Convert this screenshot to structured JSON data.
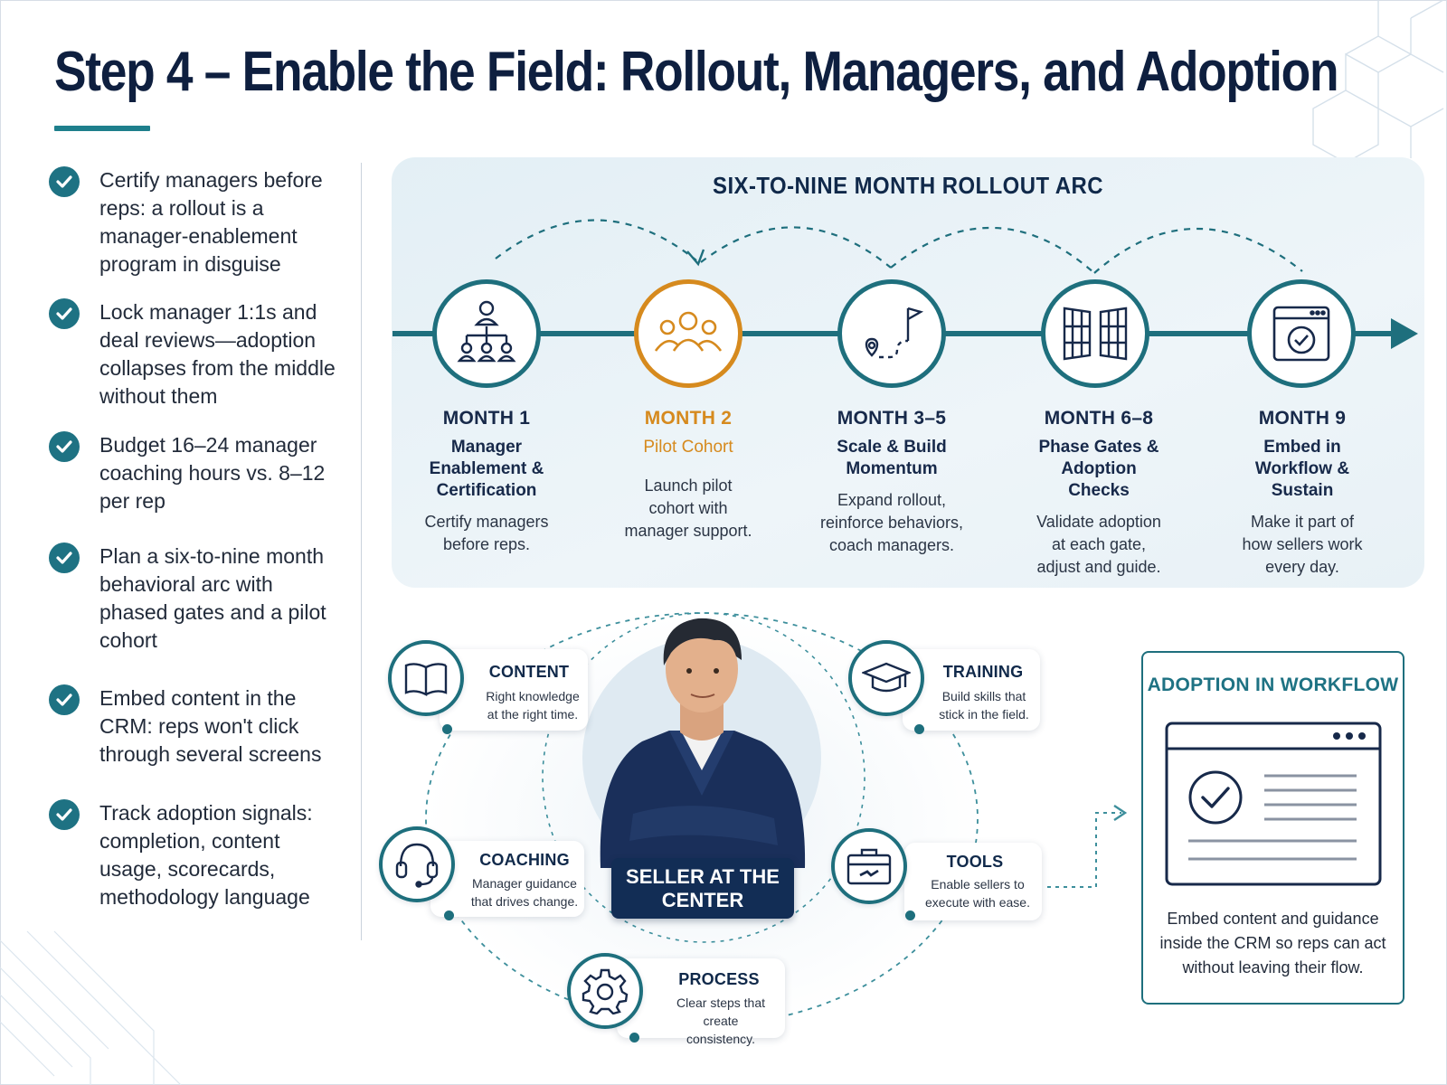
{
  "title": "Step 4 – Enable the Field: Rollout, Managers, and Adoption",
  "checklist": [
    "Certify managers before reps: a rollout is a manager-enablement program in disguise",
    "Lock manager 1:1s and deal reviews—adoption collapses from the middle without them",
    "Budget 16–24 manager coaching hours vs. 8–12 per rep",
    "Plan a six-to-nine month behavioral arc with phased gates and a pilot cohort",
    "Embed content in the CRM: reps won't click through several screens",
    "Track adoption signals: completion, content usage, scorecards, methodology language"
  ],
  "rollout": {
    "title": "SIX-TO-NINE MONTH ROLLOUT ARC",
    "stages": [
      {
        "month": "MONTH 1",
        "name": "Manager Enablement & Certification",
        "desc": "Certify managers before reps.",
        "icon": "org-chart-icon"
      },
      {
        "month": "MONTH 2",
        "name": "Pilot Cohort",
        "desc": "Launch pilot cohort with manager support.",
        "icon": "group-icon",
        "highlight": true
      },
      {
        "month": "MONTH 3–5",
        "name": "Scale & Build Momentum",
        "desc": "Expand rollout, reinforce behaviors, coach managers.",
        "icon": "route-flag-icon"
      },
      {
        "month": "MONTH 6–8",
        "name": "Phase Gates & Adoption Checks",
        "desc": "Validate adoption at each gate, adjust and guide.",
        "icon": "gate-icon"
      },
      {
        "month": "MONTH 9",
        "name": "Embed in Workflow & Sustain",
        "desc": "Make it part of how sellers work every day.",
        "icon": "browser-check-icon"
      }
    ]
  },
  "hub": {
    "center_label": "SELLER AT THE CENTER",
    "pillars": [
      {
        "title": "CONTENT",
        "desc": "Right knowledge at the right time.",
        "icon": "book-icon"
      },
      {
        "title": "TRAINING",
        "desc": "Build skills that stick in the field.",
        "icon": "graduation-cap-icon"
      },
      {
        "title": "COACHING",
        "desc": "Manager guidance that drives change.",
        "icon": "headset-icon"
      },
      {
        "title": "TOOLS",
        "desc": "Enable sellers to execute with ease.",
        "icon": "toolbox-icon"
      },
      {
        "title": "PROCESS",
        "desc": "Clear steps that create consistency.",
        "icon": "gear-icon"
      }
    ]
  },
  "adoption": {
    "title": "ADOPTION IN WORKFLOW",
    "desc": "Embed content and guidance inside the CRM so reps can act without leaving their flow.",
    "icon": "browser-check-icon"
  },
  "colors": {
    "navy": "#0e1f3f",
    "teal": "#1e6f7d",
    "orange": "#d68a1e",
    "panel": "#e6f0f6"
  }
}
